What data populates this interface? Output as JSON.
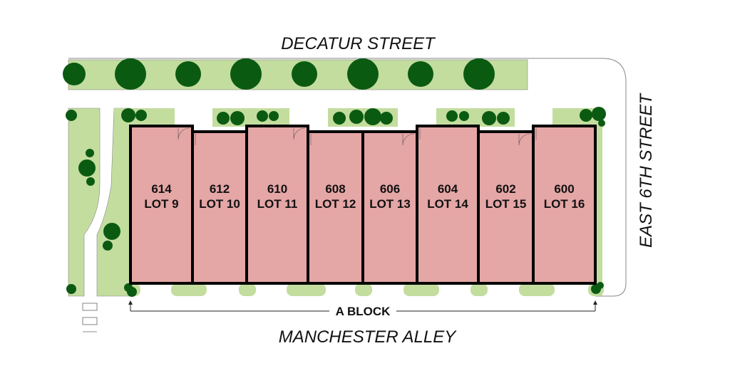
{
  "streets": {
    "north": "DECATUR STREET",
    "east": "EAST 6TH STREET",
    "south": "MANCHESTER ALLEY"
  },
  "block_label": "A BLOCK",
  "lots": [
    {
      "address": "614",
      "lot": "LOT 9"
    },
    {
      "address": "612",
      "lot": "LOT 10"
    },
    {
      "address": "610",
      "lot": "LOT 11"
    },
    {
      "address": "608",
      "lot": "LOT 12"
    },
    {
      "address": "606",
      "lot": "LOT 13"
    },
    {
      "address": "604",
      "lot": "LOT 14"
    },
    {
      "address": "602",
      "lot": "LOT 15"
    },
    {
      "address": "600",
      "lot": "LOT 16"
    }
  ],
  "colors": {
    "lot_fill": "#e5a6a6",
    "green": "#c3dd9f",
    "tree": "#0b5a12",
    "wall": "#000000"
  }
}
